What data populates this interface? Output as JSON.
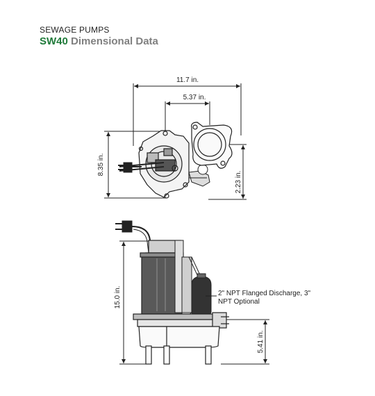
{
  "header": {
    "category": "SEWAGE PUMPS",
    "model": "SW40",
    "title_rest": "Dimensional Data"
  },
  "top_view": {
    "overall_width": "11.7 in.",
    "discharge_offset": "5.37 in.",
    "depth": "8.35 in.",
    "discharge_center_offset": "2.23 in."
  },
  "side_view": {
    "height": "15.0 in.",
    "discharge_height": "5.41 in.",
    "discharge_note_line1": "2\" NPT Flanged Discharge, 3\"",
    "discharge_note_line2": "NPT Optional"
  },
  "colors": {
    "model_green": "#1f7a3a",
    "title_gray": "#808080",
    "line": "#222222"
  }
}
